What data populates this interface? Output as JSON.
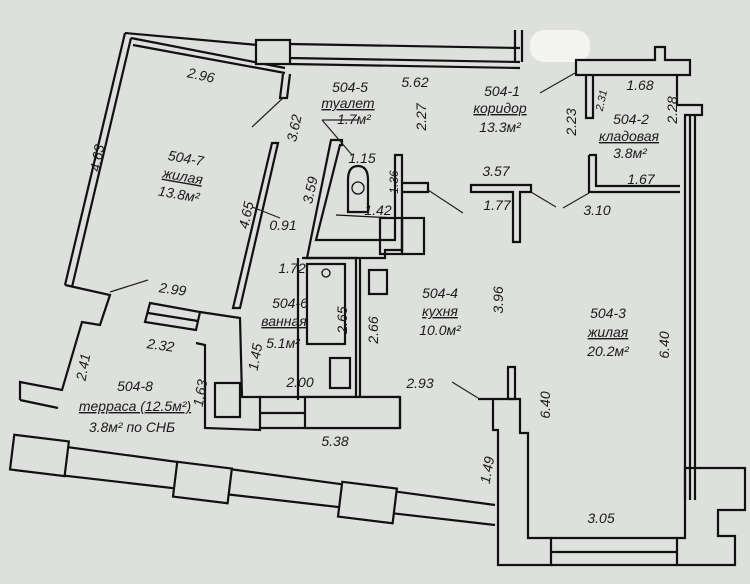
{
  "rooms": {
    "r504_7": {
      "number": "504-7",
      "name": "жилая",
      "area": "13.8м²"
    },
    "r504_5": {
      "number": "504-5",
      "name": "туалет",
      "area": "1.7м²"
    },
    "r504_1": {
      "number": "504-1",
      "name": "коридор",
      "area": "13.3м²"
    },
    "r504_2": {
      "number": "504-2",
      "name": "кладовая",
      "area": "3.8м²"
    },
    "r504_4": {
      "number": "504-4",
      "name": "кухня",
      "area": "10.0м²"
    },
    "r504_6": {
      "number": "504-6",
      "name": "ванная",
      "area": "5.1м²"
    },
    "r504_3": {
      "number": "504-3",
      "name": "жилая",
      "area": "20.2м²"
    },
    "r504_8": {
      "number": "504-8",
      "name": "терраса (12.5м²)",
      "area": "3.8м² по СНБ"
    }
  },
  "dimensions": {
    "d1": "2.96",
    "d2": "5.62",
    "d3": "1.68",
    "d4": "4.63",
    "d5": "3.62",
    "d6": "2.27",
    "d7": "2.23",
    "d8": "2.31",
    "d9": "2.28",
    "d10": "1.15",
    "d11": "3.59",
    "d12": "1.36",
    "d13": "1.42",
    "d14": "3.57",
    "d15": "1.77",
    "d16": "3.10",
    "d17": "1.67",
    "d18": "4.65",
    "d19": "0.91",
    "d20": "1.72",
    "d21": "2.99",
    "d22": "2.32",
    "d23": "2.65",
    "d24": "2.66",
    "d25": "3.96",
    "d26": "6.40",
    "d27": "6.40",
    "d28": "2.41",
    "d29": "1.45",
    "d30": "1.63",
    "d31": "2.00",
    "d32": "2.93",
    "d33": "5.38",
    "d34": "1.49",
    "d35": "3.05"
  }
}
